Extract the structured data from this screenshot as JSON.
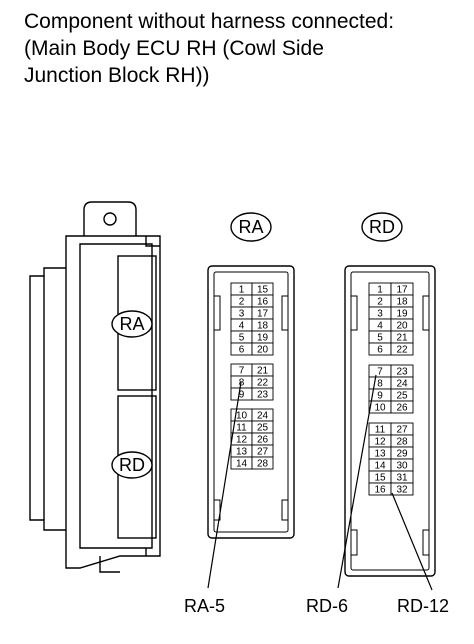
{
  "caption": {
    "line1": "Component without harness connected:",
    "line2": "(Main Body ECU RH (Cowl Side",
    "line3": "Junction Block RH))"
  },
  "component": {
    "ra_label": "RA",
    "rd_label": "RD"
  },
  "connector_ra": {
    "name": "RA",
    "groups": [
      [
        [
          "1",
          "15"
        ],
        [
          "2",
          "16"
        ],
        [
          "3",
          "17"
        ],
        [
          "4",
          "18"
        ],
        [
          "5",
          "19"
        ],
        [
          "6",
          "20"
        ]
      ],
      [
        [
          "7",
          "21"
        ],
        [
          "8",
          "22"
        ],
        [
          "9",
          "23"
        ]
      ],
      [
        [
          "10",
          "24"
        ],
        [
          "11",
          "25"
        ],
        [
          "12",
          "26"
        ],
        [
          "13",
          "27"
        ],
        [
          "14",
          "28"
        ]
      ]
    ]
  },
  "connector_rd": {
    "name": "RD",
    "groups": [
      [
        [
          "1",
          "17"
        ],
        [
          "2",
          "18"
        ],
        [
          "3",
          "19"
        ],
        [
          "4",
          "20"
        ],
        [
          "5",
          "21"
        ],
        [
          "6",
          "22"
        ]
      ],
      [
        [
          "7",
          "23"
        ],
        [
          "8",
          "24"
        ],
        [
          "9",
          "25"
        ],
        [
          "10",
          "26"
        ]
      ],
      [
        [
          "11",
          "27"
        ],
        [
          "12",
          "28"
        ],
        [
          "13",
          "29"
        ],
        [
          "14",
          "30"
        ],
        [
          "15",
          "31"
        ],
        [
          "16",
          "32"
        ]
      ]
    ]
  },
  "callouts": {
    "ra5": "RA-5",
    "rd6": "RD-6",
    "rd12": "RD-12"
  }
}
